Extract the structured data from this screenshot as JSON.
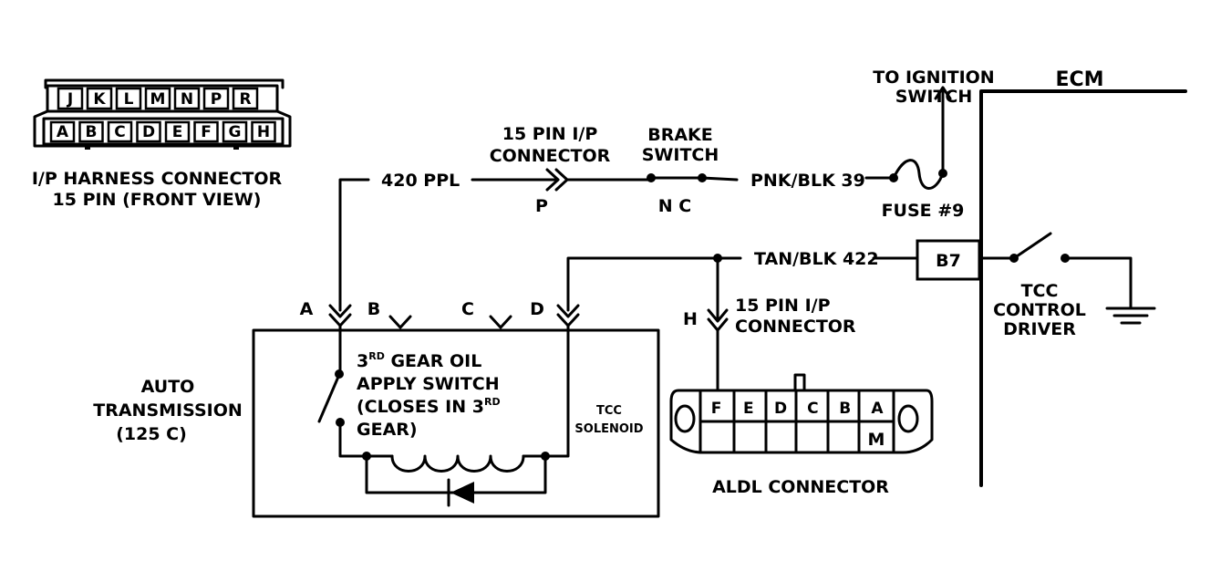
{
  "harness": {
    "title": "I/P HARNESS CONNECTOR",
    "subtitle": "15 PIN (FRONT VIEW)",
    "top_pins": [
      "J",
      "K",
      "L",
      "M",
      "N",
      "P",
      "R"
    ],
    "bottom_pins": [
      "A",
      "B",
      "C",
      "D",
      "E",
      "F",
      "G",
      "H"
    ]
  },
  "wires": {
    "ppl": "420 PPL",
    "pnk": "PNK/BLK 39",
    "tan": "TAN/BLK 422"
  },
  "ip_connector_top": {
    "line1": "15 PIN I/P",
    "line2": "CONNECTOR",
    "pin": "P"
  },
  "brake_switch": {
    "line1": "BRAKE",
    "line2": "SWITCH",
    "state": "N C"
  },
  "ignition": {
    "line1": "TO IGNITION",
    "line2": "SWITCH"
  },
  "fuse": "FUSE #9",
  "ecm": {
    "label": "ECM",
    "terminal": "B7"
  },
  "tcc_driver": {
    "line1": "TCC",
    "line2": "CONTROL",
    "line3": "DRIVER"
  },
  "transmission": {
    "line1": "AUTO",
    "line2": "TRANSMISSION",
    "line3": "(125 C)",
    "pins": [
      "A",
      "B",
      "C",
      "D"
    ]
  },
  "gear_switch": {
    "line1_a": "3",
    "line1_sup": "RD",
    "line1_b": " GEAR OIL",
    "line2": "APPLY SWITCH",
    "line3_a": "(CLOSES IN 3",
    "line3_sup": "RD",
    "line4": "GEAR)"
  },
  "solenoid": {
    "line1": "TCC",
    "line2": "SOLENOID"
  },
  "ip_connector_h": {
    "pin": "H",
    "line1": "15 PIN I/P",
    "line2": "CONNECTOR"
  },
  "aldl": {
    "label": "ALDL CONNECTOR",
    "top_pins": [
      "F",
      "E",
      "D",
      "C",
      "B",
      "A"
    ],
    "bottom_pin": "M"
  }
}
